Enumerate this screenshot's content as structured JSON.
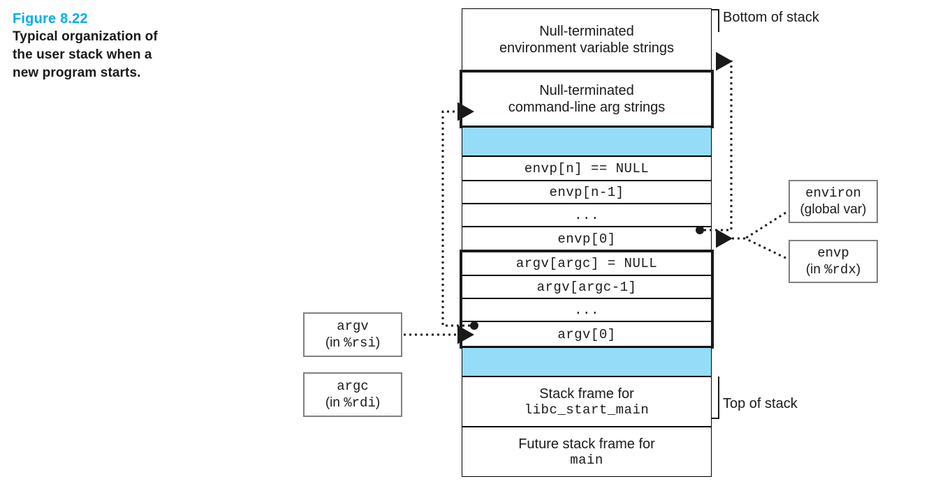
{
  "figure": {
    "number": "Figure 8.22",
    "caption_lines": [
      "Typical organization of",
      "the user stack when a",
      "new program starts."
    ],
    "number_color": "#00AEEF"
  },
  "colors": {
    "gap_fill": "#95DCF8",
    "frame_stroke": "#1a1a1a",
    "label_border": "#808080"
  },
  "annotations": {
    "bottom_of_stack": "Bottom of stack",
    "top_of_stack": "Top of stack"
  },
  "stack": {
    "rows": [
      {
        "id": "env-strings",
        "kind": "text",
        "font": "sans",
        "lines": [
          "Null-terminated",
          "environment variable strings"
        ]
      },
      {
        "id": "arg-strings",
        "kind": "text",
        "font": "sans",
        "lines": [
          "Null-terminated",
          "command-line arg strings"
        ]
      },
      {
        "id": "gap-upper",
        "kind": "gap",
        "font": "sans",
        "lines": []
      },
      {
        "id": "envp-n",
        "kind": "text",
        "font": "mono",
        "lines": [
          "envp[n] == NULL"
        ]
      },
      {
        "id": "envp-n-1",
        "kind": "text",
        "font": "mono",
        "lines": [
          "envp[n-1]"
        ]
      },
      {
        "id": "envp-ellipsis",
        "kind": "text",
        "font": "mono",
        "lines": [
          "..."
        ]
      },
      {
        "id": "envp-0",
        "kind": "text",
        "font": "mono",
        "lines": [
          "envp[0]"
        ]
      },
      {
        "id": "argv-argc",
        "kind": "text",
        "font": "mono",
        "lines": [
          "argv[argc] = NULL"
        ]
      },
      {
        "id": "argv-argc-1",
        "kind": "text",
        "font": "mono",
        "lines": [
          "argv[argc-1]"
        ]
      },
      {
        "id": "argv-ellipsis",
        "kind": "text",
        "font": "mono",
        "lines": [
          "..."
        ]
      },
      {
        "id": "argv-0",
        "kind": "text",
        "font": "mono",
        "lines": [
          "argv[0]"
        ]
      },
      {
        "id": "gap-lower",
        "kind": "gap",
        "font": "sans",
        "lines": []
      },
      {
        "id": "libc-frame",
        "kind": "text",
        "font": "mixed",
        "lines": [
          "Stack frame for",
          "libc_start_main"
        ]
      },
      {
        "id": "main-frame",
        "kind": "text",
        "font": "mixed",
        "lines": [
          "Future stack frame for",
          "main"
        ]
      }
    ]
  },
  "label_boxes": [
    {
      "id": "argv-reg",
      "line1": "argv",
      "line2_pre": "(in ",
      "line2_mono": "%rsi",
      "line2_post": ")"
    },
    {
      "id": "argc-reg",
      "line1": "argc",
      "line2_pre": "(in ",
      "line2_mono": "%rdi",
      "line2_post": ")"
    },
    {
      "id": "environ-var",
      "line1": "environ",
      "line2_pre": "(global var)",
      "line2_mono": "",
      "line2_post": ""
    },
    {
      "id": "envp-reg",
      "line1": "envp",
      "line2_pre": "(in ",
      "line2_mono": "%rdx",
      "line2_post": ")"
    }
  ]
}
